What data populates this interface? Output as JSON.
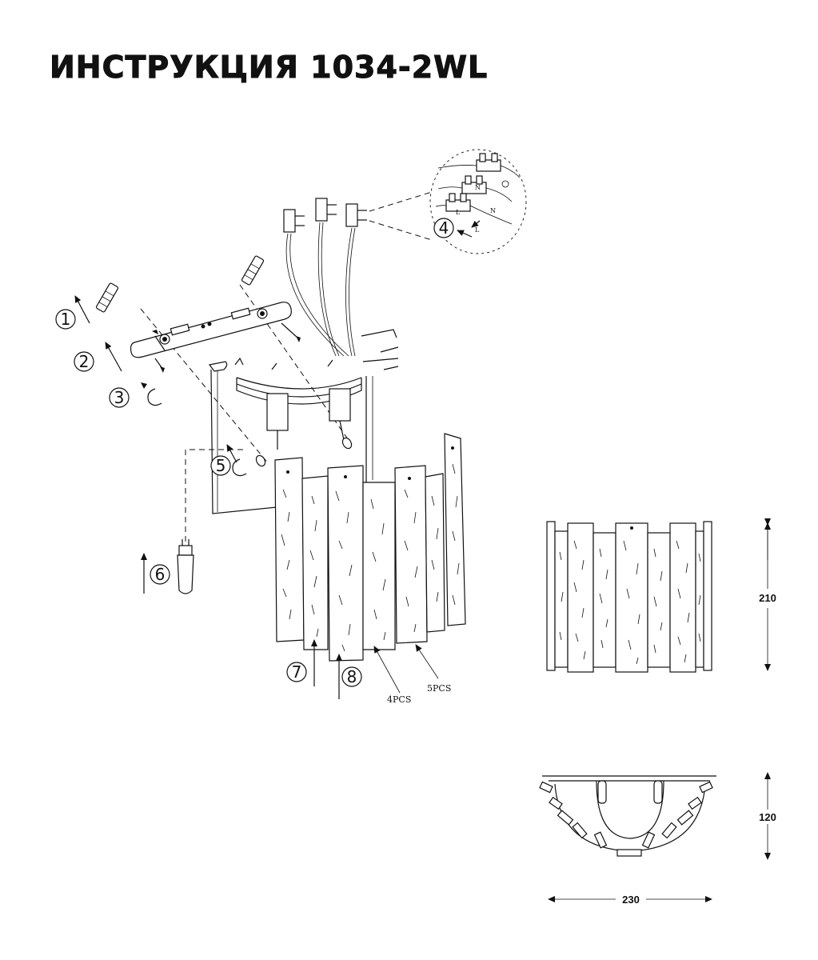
{
  "title": "ИНСТРУКЦИЯ 1034-2WL",
  "steps": [
    "1",
    "2",
    "3",
    "4",
    "5",
    "6",
    "7",
    "8"
  ],
  "labels": {
    "pcs4": "4PCS",
    "pcs5": "5PCS",
    "wire_l": "L",
    "wire_n": "N"
  },
  "dimensions": {
    "height": "210",
    "depth": "120",
    "width": "230"
  }
}
